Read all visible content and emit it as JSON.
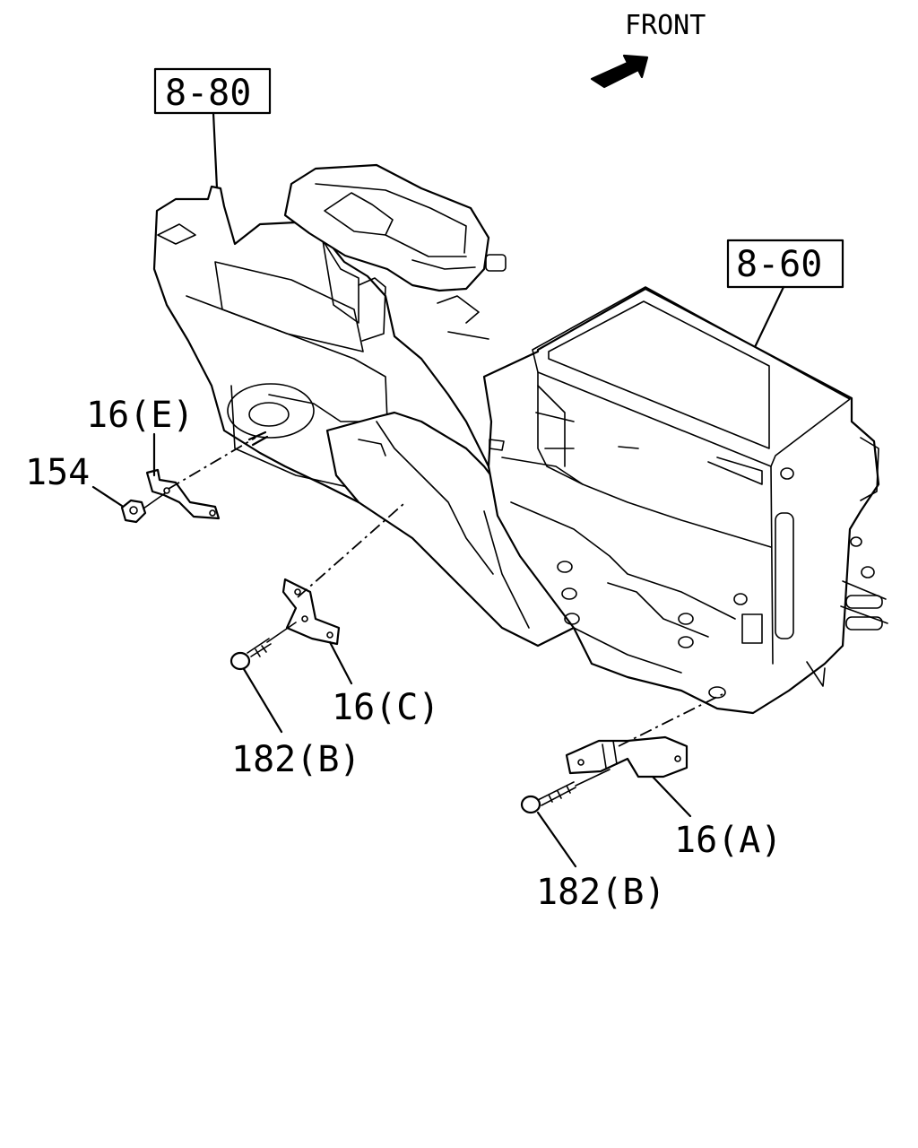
{
  "direction": {
    "label": "FRONT",
    "icon": "arrow-front-icon"
  },
  "references": {
    "upper_left": "8-80",
    "upper_right": "8-60"
  },
  "callouts": {
    "bracket_e": "16(E)",
    "nut": "154",
    "bracket_c": "16(C)",
    "screw_left": "182(B)",
    "bracket_a": "16(A)",
    "screw_right": "182(B)"
  },
  "colors": {
    "line": "#000000",
    "background": "#ffffff"
  }
}
